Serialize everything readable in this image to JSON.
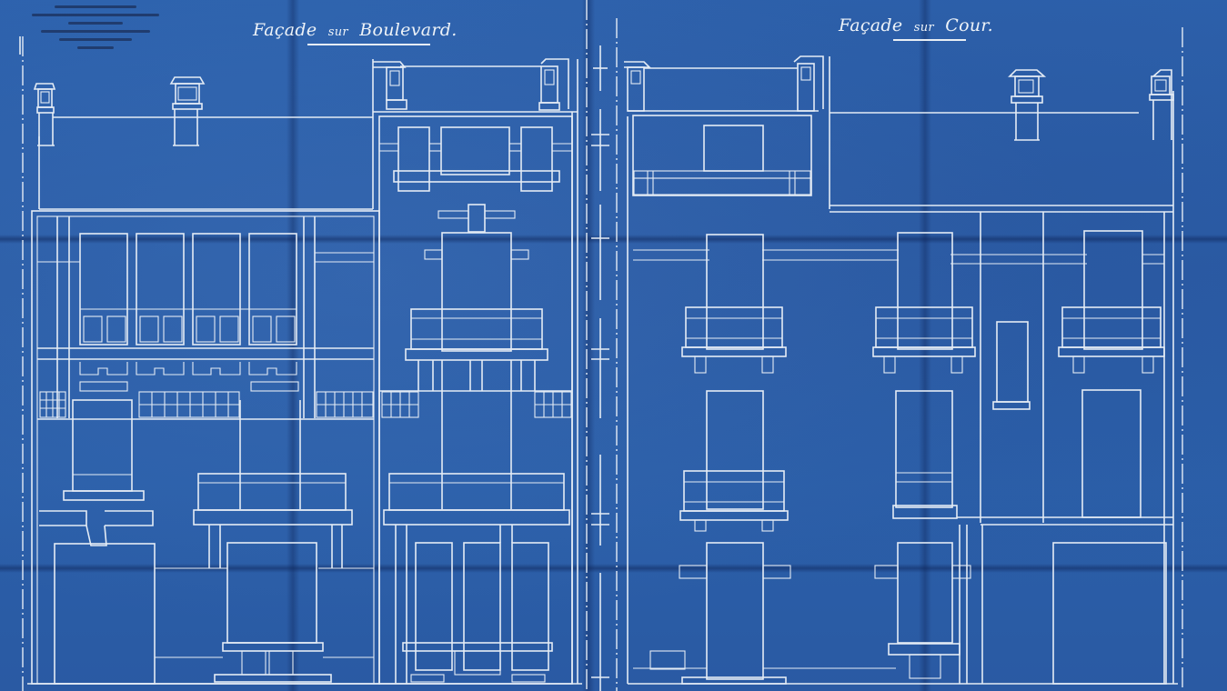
{
  "drawing": {
    "type": "architectural blueprint elevation",
    "background_color": "#2a5ca6",
    "line_color": "#e4ecf5"
  },
  "titles": {
    "left": {
      "word1": "Façade",
      "word2": "sur",
      "word3": "Boulevard."
    },
    "right": {
      "word1": "Façade",
      "word2": "sur",
      "word3": "Cour."
    }
  },
  "elevations": [
    {
      "name": "Façade sur Boulevard",
      "position": "left"
    },
    {
      "name": "Façade sur Cour",
      "position": "right"
    }
  ]
}
